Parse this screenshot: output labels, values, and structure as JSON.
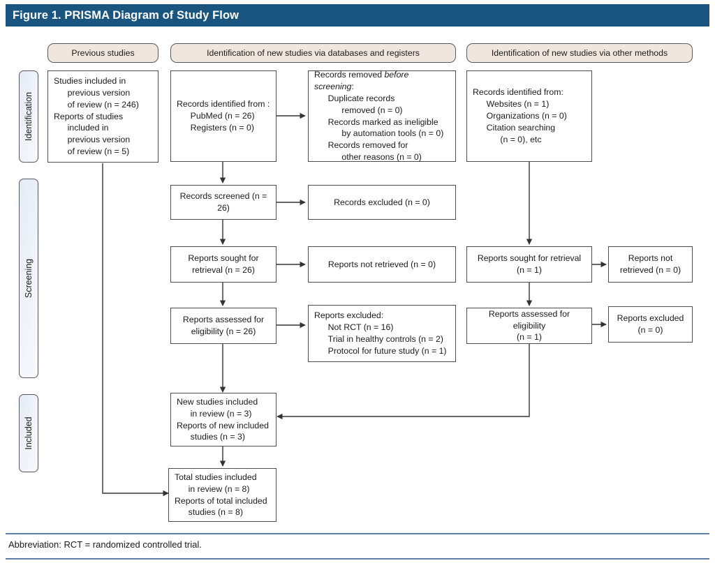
{
  "figure": {
    "title": "Figure 1. PRISMA Diagram of Study Flow",
    "footer_note": "Abbreviation: RCT = randomized controlled trial.",
    "title_bar_color": "#19557f",
    "header_pill_color": "#f0e6dd",
    "stage_label_color": "#e7ecf5",
    "footer_rule_color": "#5b7fa6",
    "box_border_color": "#4d4d4d"
  },
  "stages": [
    {
      "label": "Identification"
    },
    {
      "label": "Screening"
    },
    {
      "label": "Included"
    }
  ],
  "column_headers": [
    {
      "label": "Previous studies"
    },
    {
      "label": "Identification of new studies via databases and registers"
    },
    {
      "label": "Identification of new studies via other methods"
    }
  ],
  "boxes": {
    "previous_studies": {
      "lines": [
        {
          "text": "Studies included in",
          "indent": 0
        },
        {
          "text": "previous version",
          "indent": 1
        },
        {
          "text": "of review (n = 246)",
          "indent": 1
        },
        {
          "text": "Reports of studies",
          "indent": 0
        },
        {
          "text": "included in",
          "indent": 1
        },
        {
          "text": "previous version",
          "indent": 1
        },
        {
          "text": "of review (n = 5)",
          "indent": 1
        }
      ]
    },
    "records_identified": {
      "lines": [
        {
          "text": "Records identified from :",
          "indent": 0
        },
        {
          "text": "PubMed (n = 26)",
          "indent": 1
        },
        {
          "text": "Registers (n = 0)",
          "indent": 1
        }
      ]
    },
    "records_removed": {
      "lines": [
        {
          "text": "Records removed ",
          "italic_tail": "before screening",
          "tail": ":",
          "indent": 0
        },
        {
          "text": "Duplicate records",
          "indent": 1
        },
        {
          "text": "removed (n = 0)",
          "indent": 2
        },
        {
          "text": "Records marked as ineligible",
          "indent": 1
        },
        {
          "text": "by automation tools (n = 0)",
          "indent": 2
        },
        {
          "text": "Records removed for",
          "indent": 1
        },
        {
          "text": "other reasons (n = 0)",
          "indent": 2
        }
      ]
    },
    "records_identified_other": {
      "lines": [
        {
          "text": "Records identified from:",
          "indent": 0
        },
        {
          "text": "Websites (n = 1)",
          "indent": 1
        },
        {
          "text": "Organizations (n = 0)",
          "indent": 1
        },
        {
          "text": "Citation searching",
          "indent": 1
        },
        {
          "text": "(n = 0), etc",
          "indent": 2
        }
      ]
    },
    "records_screened": {
      "lines": [
        {
          "text": "Records screened (n = 26)",
          "indent": 0
        }
      ]
    },
    "records_excluded": {
      "lines": [
        {
          "text": "Records excluded (n = 0)",
          "indent": 0
        }
      ]
    },
    "reports_sought": {
      "lines": [
        {
          "text": "Reports sought for",
          "indent": 0
        },
        {
          "text": "retrieval (n = 26)",
          "indent": 0
        }
      ]
    },
    "reports_not_retrieved": {
      "lines": [
        {
          "text": "Reports not retrieved (n = 0)",
          "indent": 0
        }
      ]
    },
    "reports_assessed": {
      "lines": [
        {
          "text": "Reports assessed for",
          "indent": 0
        },
        {
          "text": "eligibility (n = 26)",
          "indent": 0
        }
      ]
    },
    "reports_excluded_detail": {
      "lines": [
        {
          "text": "Reports excluded:",
          "indent": 0
        },
        {
          "text": "Not RCT (n = 16)",
          "indent": 1
        },
        {
          "text": "Trial in healthy controls (n = 2)",
          "indent": 1
        },
        {
          "text": "Protocol for future study (n = 1)",
          "indent": 1
        }
      ]
    },
    "reports_sought_other": {
      "lines": [
        {
          "text": "Reports sought for retrieval",
          "indent": 0
        },
        {
          "text": "(n = 1)",
          "indent": 0
        }
      ]
    },
    "reports_not_retrieved_other": {
      "lines": [
        {
          "text": "Reports not",
          "indent": 0
        },
        {
          "text": "retrieved (n = 0)",
          "indent": 0
        }
      ]
    },
    "reports_assessed_other": {
      "lines": [
        {
          "text": "Reports assessed for eligibility",
          "indent": 0
        },
        {
          "text": "(n = 1)",
          "indent": 0
        }
      ]
    },
    "reports_excluded_other": {
      "lines": [
        {
          "text": "Reports excluded",
          "indent": 0
        },
        {
          "text": "(n = 0)",
          "indent": 0
        }
      ]
    },
    "new_studies_included": {
      "lines": [
        {
          "text": "New studies included",
          "indent": 0
        },
        {
          "text": "in review (n = 3)",
          "indent": 1
        },
        {
          "text": "Reports of new included",
          "indent": 0
        },
        {
          "text": "studies (n = 3)",
          "indent": 1
        }
      ]
    },
    "total_studies_included": {
      "lines": [
        {
          "text": "Total studies included",
          "indent": 0
        },
        {
          "text": "in review (n = 8)",
          "indent": 1
        },
        {
          "text": "Reports of total included",
          "indent": 0
        },
        {
          "text": "studies (n = 8)",
          "indent": 1
        }
      ]
    }
  },
  "flow_values": {
    "previous_studies_included": 246,
    "previous_reports_included": 5,
    "pubmed_records": 26,
    "register_records": 0,
    "duplicates_removed": 0,
    "automation_ineligible": 0,
    "other_reasons_removed": 0,
    "websites": 1,
    "organizations": 0,
    "citation_searching": 0,
    "records_screened": 26,
    "records_excluded": 0,
    "reports_sought": 26,
    "reports_not_retrieved": 0,
    "reports_assessed": 26,
    "excluded_not_rct": 16,
    "excluded_healthy_controls": 2,
    "excluded_protocol_future": 1,
    "other_reports_sought": 1,
    "other_reports_not_retrieved": 0,
    "other_reports_assessed": 1,
    "other_reports_excluded": 0,
    "new_studies_included": 3,
    "new_reports_included": 3,
    "total_studies_included": 8,
    "total_reports_included": 8
  }
}
